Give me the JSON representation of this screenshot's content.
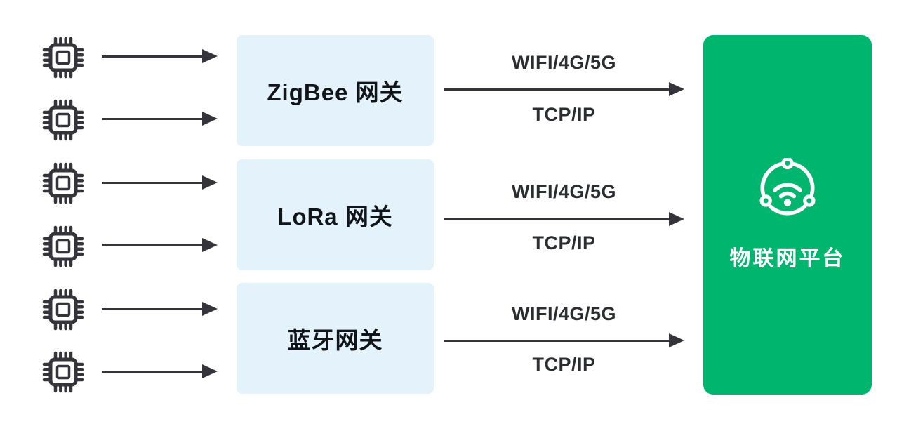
{
  "diagram_title": "IoT gateway architecture diagram",
  "devices": {
    "icon": "chip-icon",
    "count": 6
  },
  "gateways": [
    {
      "label": "ZigBee 网关"
    },
    {
      "label": "LoRa 网关"
    },
    {
      "label": "蓝牙网关"
    }
  ],
  "links": [
    {
      "protocol_top": "WIFI/4G/5G",
      "protocol_bottom": "TCP/IP"
    },
    {
      "protocol_top": "WIFI/4G/5G",
      "protocol_bottom": "TCP/IP"
    },
    {
      "protocol_top": "WIFI/4G/5G",
      "protocol_bottom": "TCP/IP"
    }
  ],
  "platform": {
    "label": "物联网平台",
    "icon": "iot-network-wifi-icon"
  },
  "colors": {
    "gateway_bg": "#e4f2fc",
    "platform_bg": "#00b56e",
    "stroke_dark": "#34343a",
    "gateway_text": "#111418",
    "link_text": "#2b2d31",
    "platform_text": "#ffffff",
    "background": "#ffffff"
  }
}
